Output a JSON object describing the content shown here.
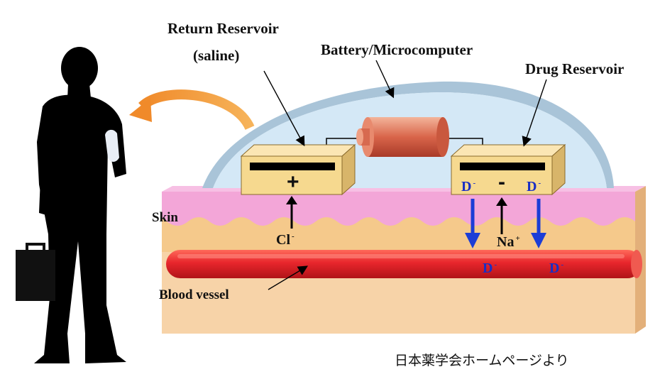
{
  "labels": {
    "return_reservoir_line1": "Return Reservoir",
    "return_reservoir_line2": "(saline)",
    "battery": "Battery/Microcomputer",
    "drug_reservoir": "Drug Reservoir",
    "skin": "Skin",
    "blood_vessel": "Blood vessel"
  },
  "ions": {
    "cl": "Cl",
    "cl_charge": "-",
    "na": "Na",
    "na_charge": "+",
    "drug": "D",
    "drug_charge": "-"
  },
  "electrodes": {
    "positive": "+",
    "negative": "-"
  },
  "credit": "日本薬学会ホームページより",
  "colors": {
    "skin_pink": "#f3a6d8",
    "tissue_tan": "#f5c98b",
    "subcutis": "#f7d3a8",
    "blood_red": "#e8262c",
    "reservoir_yellow": "#f6d98f",
    "patch_dome": "#cfe6f5",
    "arrow_blue": "#1c3dd6"
  }
}
